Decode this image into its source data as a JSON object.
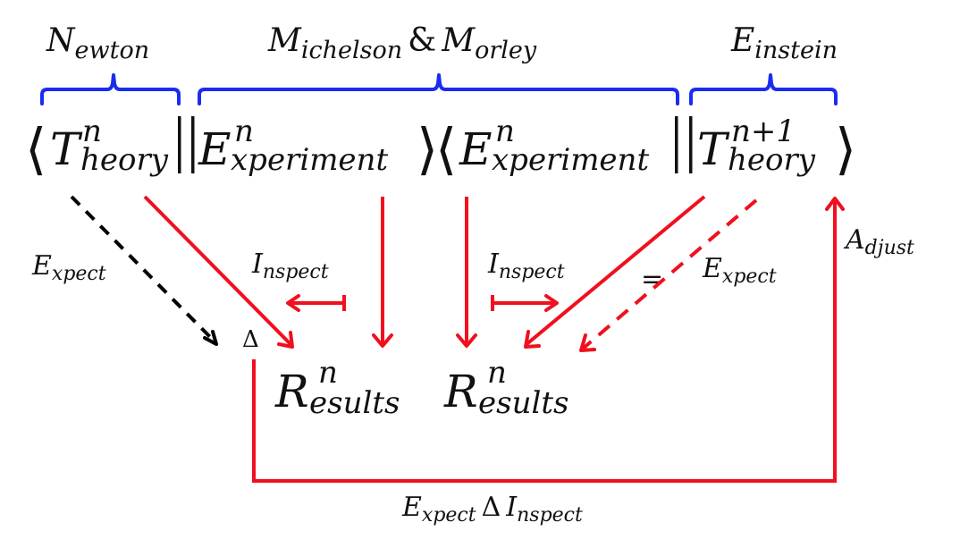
{
  "diagram": {
    "title_labels": [
      {
        "id": "newton",
        "base": "N",
        "sub": "ewton"
      },
      {
        "id": "michelson-morley",
        "base1": "M",
        "sub1": "ichelson",
        "amp": "&",
        "base2": "M",
        "sub2": "orley"
      },
      {
        "id": "einstein",
        "base": "E",
        "sub": "instein"
      }
    ],
    "equation": {
      "bra_theory": {
        "base": "T",
        "sup": "n",
        "sub": "heory"
      },
      "ket_experiment": {
        "base": "E",
        "sup": "n",
        "sub": "xperiment"
      },
      "bra_experiment": {
        "base": "E",
        "sup": "n",
        "sub": "xperiment"
      },
      "ket_theory_next": {
        "base": "T",
        "sup": "n+1",
        "sub": "heory"
      },
      "left_angle": "⟨",
      "right_angle": "⟩",
      "bar": "|"
    },
    "edge_labels": {
      "expect_left": {
        "base": "E",
        "sub": "xpect"
      },
      "inspect_left": {
        "base": "I",
        "sub": "nspect"
      },
      "inspect_right": {
        "base": "I",
        "sub": "nspect"
      },
      "equals": "=",
      "expect_right": {
        "base": "E",
        "sub": "xpect"
      },
      "adjust": {
        "base": "A",
        "sub": "djust"
      },
      "bottom": {
        "base1": "E",
        "sub1": "xpect",
        "delta": "Δ",
        "base2": "I",
        "sub2": "nspect"
      }
    },
    "nodes": {
      "delta": "Δ",
      "results_left": {
        "base": "R",
        "sup": "n",
        "sub": "esults"
      },
      "results_right": {
        "base": "R",
        "sup": "n",
        "sub": "esults"
      }
    },
    "colors": {
      "brace": "#1a2cf0",
      "arrow_red": "#f0101e",
      "arrow_black": "#000000",
      "text": "#111111"
    }
  }
}
